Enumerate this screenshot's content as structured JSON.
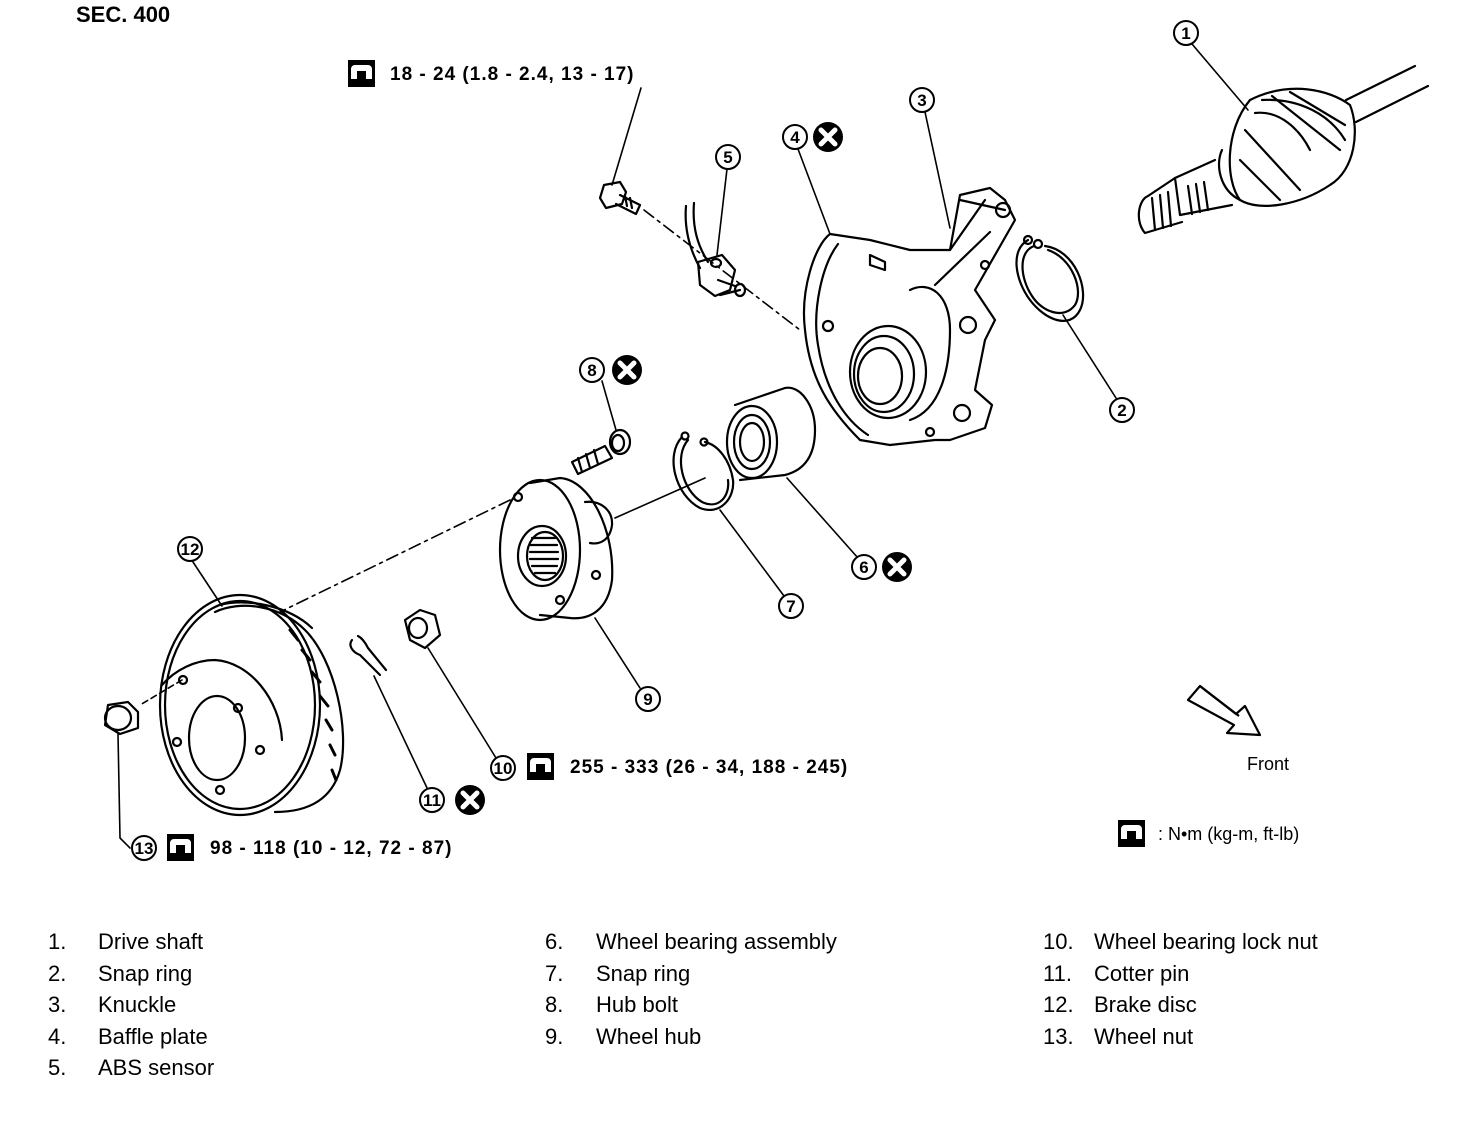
{
  "section_title": "SEC. 400",
  "torque_specs": {
    "abs_bolt": "18 - 24 (1.8 - 2.4, 13 - 17)",
    "lock_nut": "255 - 333 (26 - 34, 188 - 245)",
    "wheel_nut": "98 - 118 (10 - 12, 72 - 87)"
  },
  "unit_note": ": N•m (kg-m, ft-lb)",
  "front_label": "Front",
  "callouts": [
    "1",
    "2",
    "3",
    "4",
    "5",
    "6",
    "7",
    "8",
    "9",
    "10",
    "11",
    "12",
    "13"
  ],
  "icons": {
    "torque": "torque-wrench-icon",
    "replace": "do-not-reuse-x-icon",
    "front": "front-arrow-icon"
  },
  "parts": [
    {
      "num": "1.",
      "name": "Drive shaft"
    },
    {
      "num": "2.",
      "name": "Snap ring"
    },
    {
      "num": "3.",
      "name": "Knuckle"
    },
    {
      "num": "4.",
      "name": "Baffle plate"
    },
    {
      "num": "5.",
      "name": "ABS sensor"
    },
    {
      "num": "6.",
      "name": "Wheel bearing assembly"
    },
    {
      "num": "7.",
      "name": "Snap ring"
    },
    {
      "num": "8.",
      "name": "Hub bolt"
    },
    {
      "num": "9.",
      "name": "Wheel hub"
    },
    {
      "num": "10.",
      "name": "Wheel bearing lock nut"
    },
    {
      "num": "11.",
      "name": "Cotter pin"
    },
    {
      "num": "12.",
      "name": "Brake disc"
    },
    {
      "num": "13.",
      "name": "Wheel nut"
    }
  ]
}
